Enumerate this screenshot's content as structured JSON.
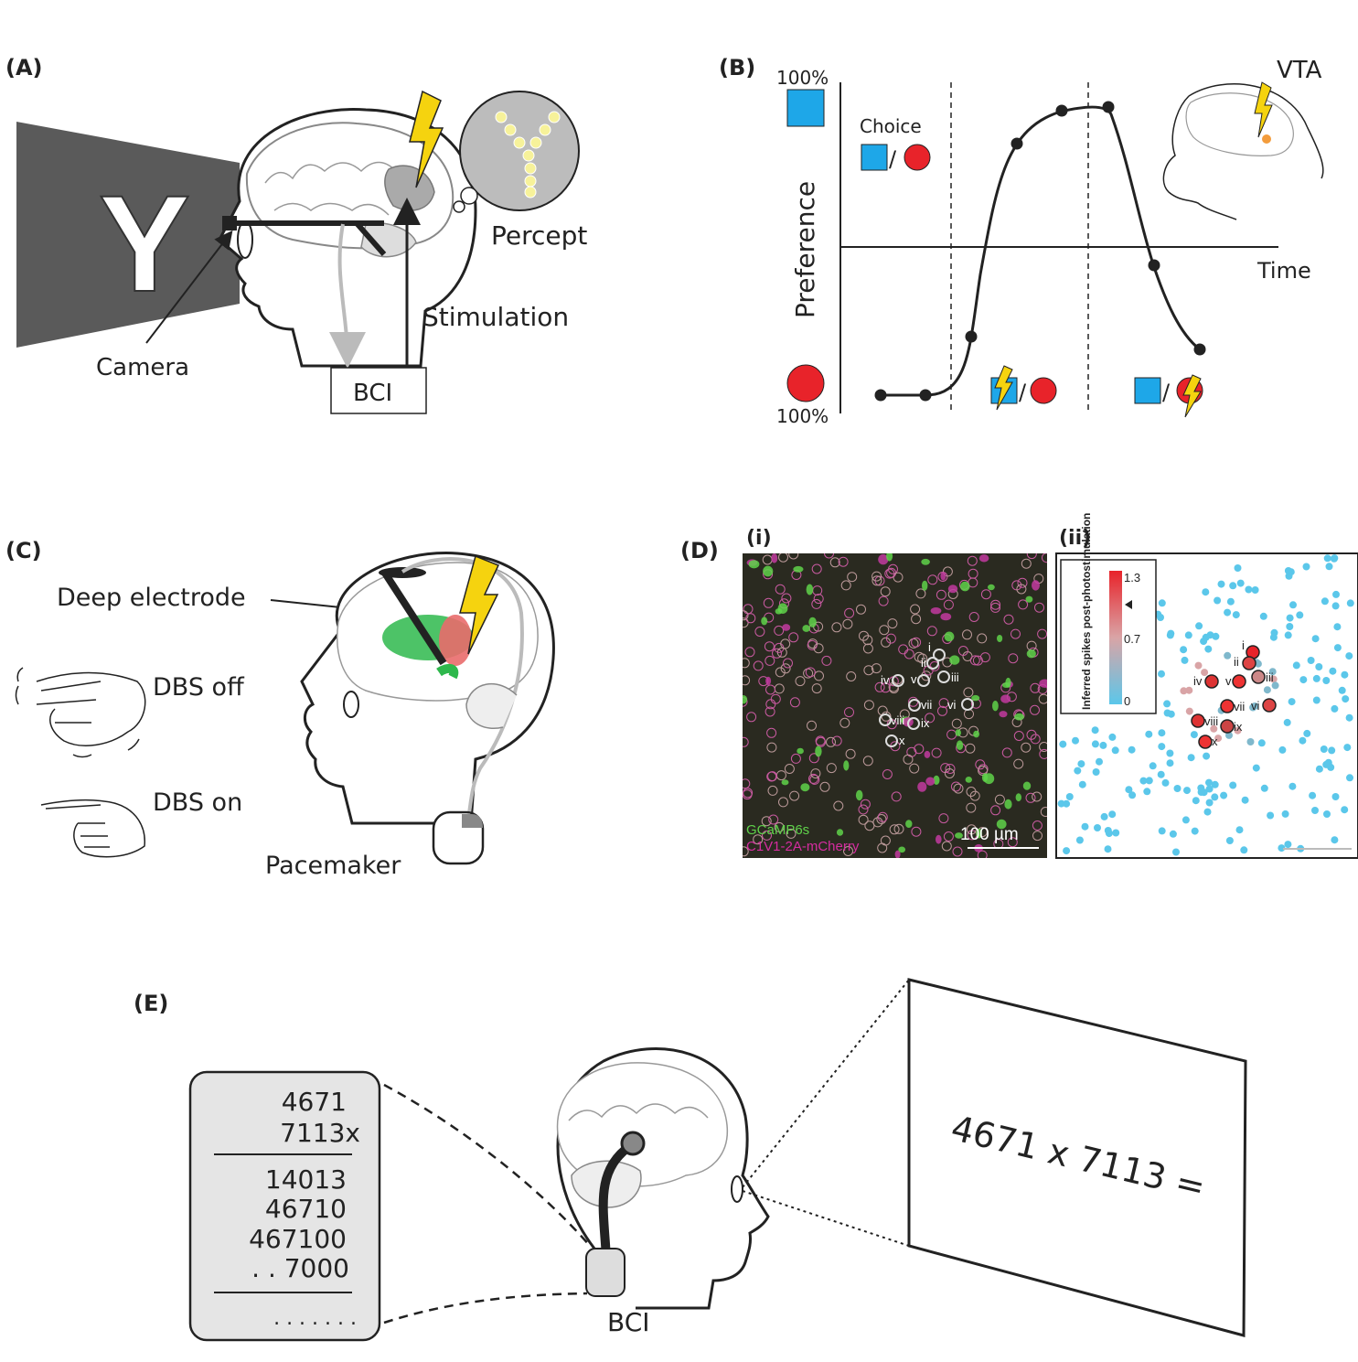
{
  "panels": {
    "a": {
      "label": "(A)",
      "letter": "Y",
      "camera": "Camera",
      "stimulation": "Stimulation",
      "bci": "BCI",
      "percept": "Percept"
    },
    "b": {
      "label": "(B)",
      "top_pct": "100%",
      "bottom_pct": "100%",
      "choice": "Choice",
      "slash": "/",
      "ylabel": "Preference",
      "xlabel": "Time",
      "vta": "VTA"
    },
    "c": {
      "label": "(C)",
      "deep_electrode": "Deep electrode",
      "dbs_off": "DBS off",
      "dbs_on": "DBS on",
      "pacemaker": "Pacemaker"
    },
    "d": {
      "label": "(D)",
      "sub_i": "(i)",
      "sub_ii": "(ii)",
      "legend_green": "GCaMP6s",
      "legend_magenta": "C1V1-2A-mCherry",
      "scalebar": "100 µm",
      "colorbar_title": "Inferred spikes post-photostimulation",
      "colorbar_ticks": [
        "1.3",
        "0.7",
        "0"
      ],
      "cells": [
        "i",
        "ii",
        "iii",
        "iv",
        "v",
        "vi",
        "vii",
        "viii",
        "ix",
        "x"
      ]
    },
    "e": {
      "label": "(E)",
      "calc_lines": [
        "4671",
        "7113x",
        "14013",
        "46710",
        "467100",
        ". . 7000",
        ". . . . . . ."
      ],
      "bci": "BCI",
      "screen": "4671 x 7113 ="
    }
  },
  "colors": {
    "blue": "#1ea7e8",
    "red": "#e8232a",
    "bolt": "#f5d30f",
    "green": "#2eb84c",
    "dark": "#222222"
  }
}
